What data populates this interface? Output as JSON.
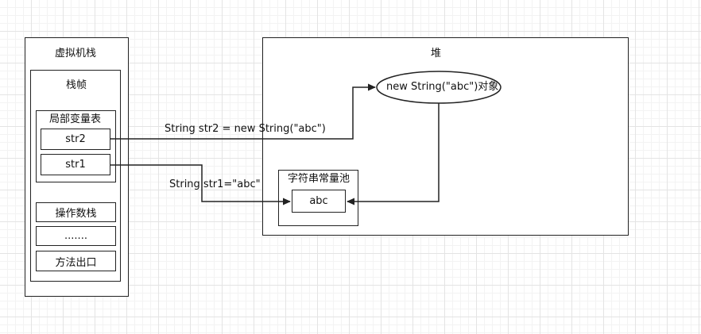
{
  "stack": {
    "title": "虚拟机栈",
    "frame_title": "栈帧",
    "locals_title": "局部变量表",
    "vars": [
      "str2",
      "str1"
    ],
    "operand_stack": "操作数栈",
    "ellipsis": ".......",
    "method_exit": "方法出口"
  },
  "heap": {
    "title": "堆",
    "object_label": "new String(\"abc\")对象",
    "pool_title": "字符串常量池",
    "pool_value": "abc"
  },
  "arrows": {
    "str2_label": "String str2 = new String(\"abc\")",
    "str1_label": "String str1=\"abc\""
  },
  "colors": {
    "stroke": "#222222",
    "grid": "#e4e4e4"
  }
}
